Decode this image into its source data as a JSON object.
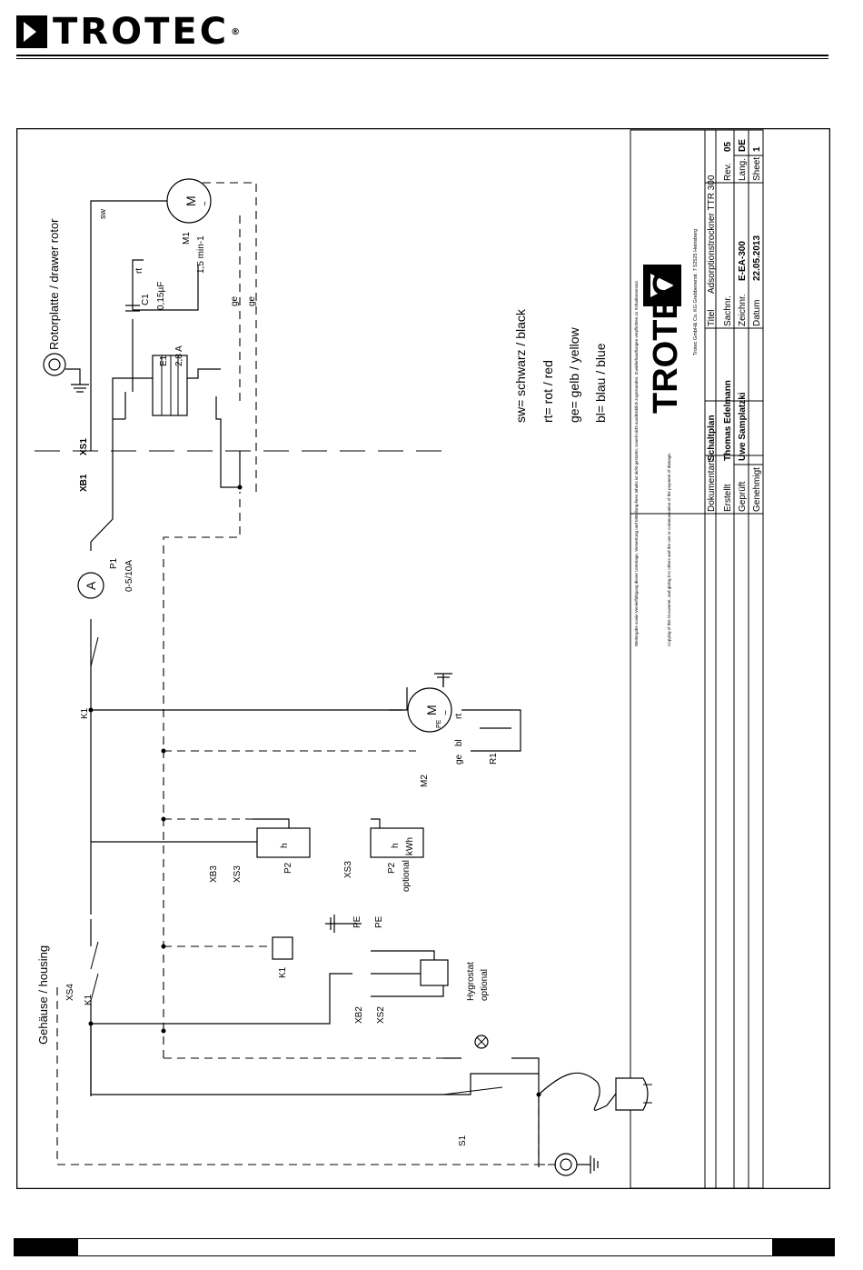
{
  "header": {
    "brand": "TROTEC",
    "registered": "®"
  },
  "labels": {
    "rotor_section": "Rotorplatte / drawer rotor",
    "housing_section": "Gehäuse / housing",
    "xb1": "XB1",
    "xs1": "XS1",
    "m1": "M1",
    "m1_speed": "1,5 min-1",
    "motor_M": "M",
    "motor_tilde": "~",
    "c1": "C1",
    "c1_val": "0,15µF",
    "e1": "E1",
    "e1_val": "2,8 A",
    "p1": "P1",
    "p1_val": "0-5/10A",
    "ammeter": "A",
    "k1": "K1",
    "m2": "M2",
    "r1": "R1",
    "xb3": "XB3",
    "xs3": "XS3",
    "p2": "P2",
    "optional": "optional",
    "h": "h",
    "kwh": "kWh",
    "pe": "PE",
    "xs4": "XS4",
    "xb2": "XB2",
    "xs2": "XS2",
    "hygrostat": "Hygrostat",
    "s1": "S1",
    "wire_sw": "sw",
    "wire_rt": "rt",
    "wire_ge": "ge",
    "wire_bl": "bl"
  },
  "legend": [
    "sw= schwarz / black",
    "rt= rot / red",
    "ge= gelb / yellow",
    "bl= blau / blue"
  ],
  "title_block": {
    "brand": "TROTEC",
    "address": "Trotec GmbH& Co. KG Grebbenerstr. 7 52525 Heinsberg",
    "notice_de": "Weitergabe sowie Vervielfältigung dieser Unterlage, Verwertung und Mitteilung ihres Inhalts ist nicht gestattet, soweit nicht ausdrücklich zugestanden. Zuwiderhandlungen verpflichten zu Schadensersatz.",
    "notice_en": "Copying of this Document, and giving it to others and the use or communication of the payment of damage.",
    "rows": [
      {
        "key": "Dokumentart",
        "value": "Schaltplan"
      },
      {
        "key": "Erstellt",
        "value": "Thomas Edelmann"
      },
      {
        "key": "Geprüft",
        "value": "Uwe Samplatzki"
      },
      {
        "key": "Genehmigt",
        "value": ""
      }
    ],
    "titel_key": "Titel",
    "titel_value": "Adsorptionstrockner TTR 300",
    "sachnr_key": "Sachnr.",
    "sachnr_value": "",
    "zeichnr_key": "Zeichnr.",
    "zeichnr_value": "E-EA-300",
    "datum_key": "Datum",
    "datum_value": "22.05.2013",
    "rev_key": "Rev.",
    "rev_value": "05",
    "lang_key": "Lang.",
    "lang_value": "DE",
    "sheet_key": "Sheet",
    "sheet_value": "1"
  }
}
